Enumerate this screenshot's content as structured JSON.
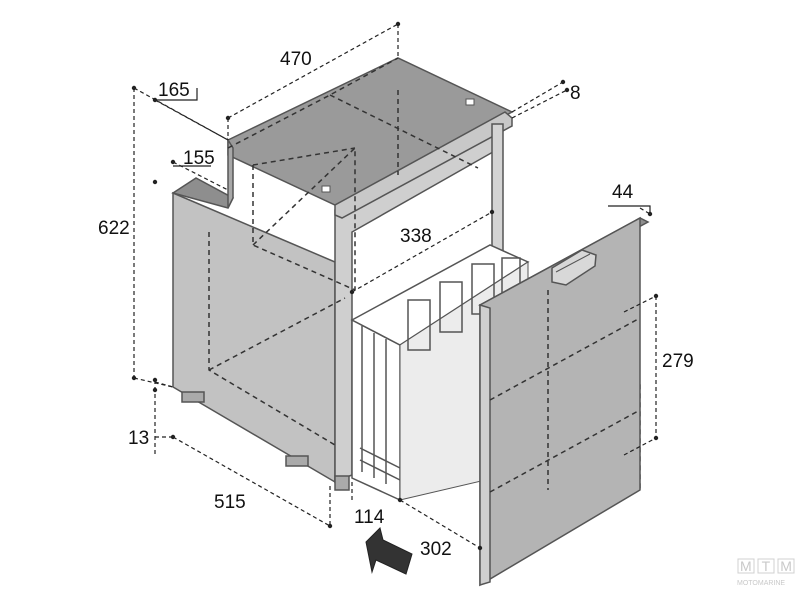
{
  "dimensions": {
    "top_width": "470",
    "top_step": "165",
    "step_depth": "155",
    "height": "622",
    "flange": "8",
    "inner_width": "338",
    "door_thickness": "44",
    "drawer_height": "279",
    "foot": "13",
    "depth": "515",
    "drawer_gap": "114",
    "drawer_width": "302"
  },
  "watermark": {
    "logo": "MTM",
    "caption": "MOTOMARINE"
  },
  "colors": {
    "body_fill": "#bdbdbd",
    "top_fill": "#9a9a9a",
    "door_fill": "#b4b4b4",
    "outline": "#555555",
    "hidden_line": "#333333"
  }
}
